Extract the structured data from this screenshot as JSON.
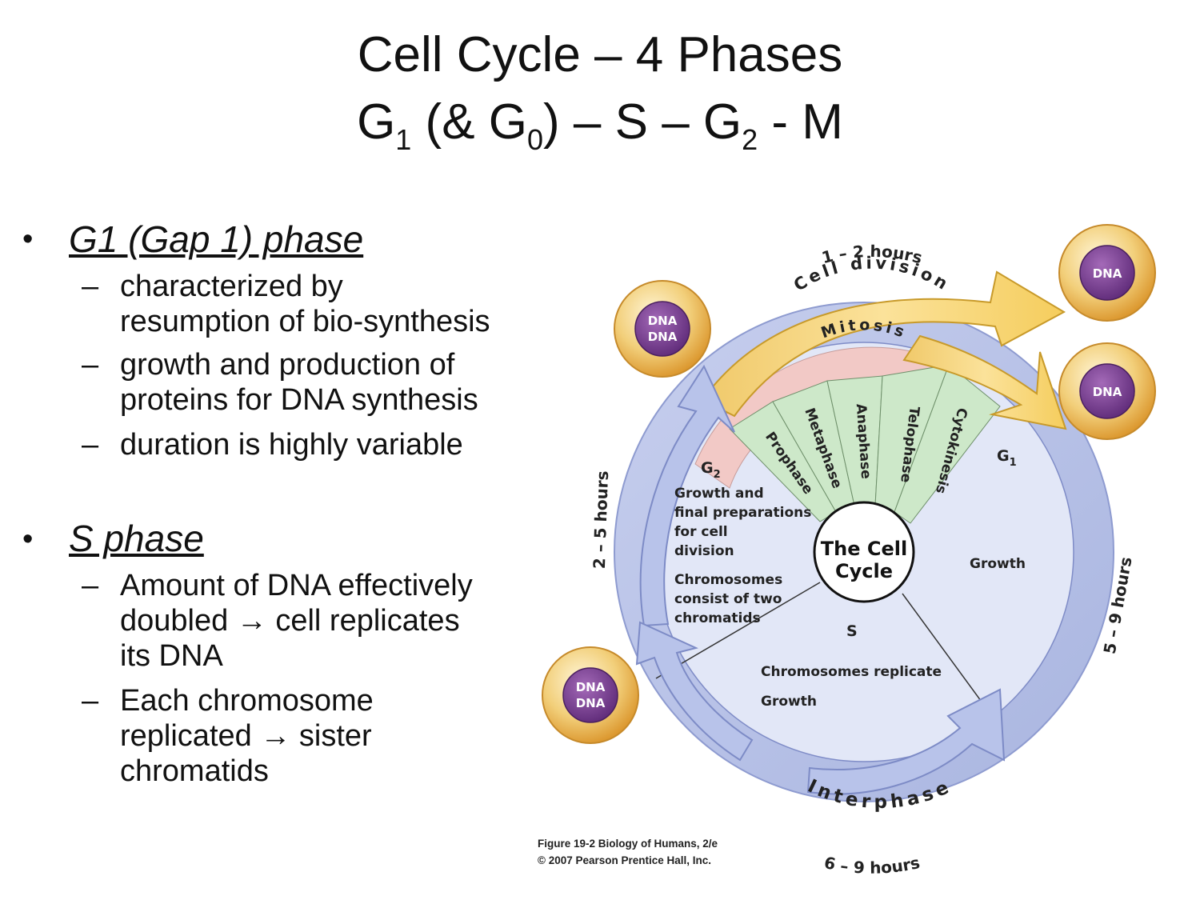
{
  "title": {
    "line1": "Cell Cycle – 4 Phases",
    "line2_parts": [
      "G",
      "1",
      " (& G",
      "0",
      ") – S – G",
      "2",
      " - M"
    ]
  },
  "bullets": [
    {
      "heading": "G1 (Gap 1) phase",
      "items": [
        [
          "characterized by",
          "resumption of bio-synthesis"
        ],
        [
          "growth and production of",
          "proteins for DNA synthesis"
        ],
        [
          "duration is highly variable"
        ]
      ]
    },
    {
      "heading": "S phase",
      "items": [
        [
          "Amount of DNA effectively",
          "doubled → cell replicates",
          "its DNA"
        ],
        [
          "Each chromosome",
          "replicated → sister",
          "chromatids"
        ]
      ]
    }
  ],
  "bullet_symbol": "•",
  "dash_symbol": "–",
  "diagram": {
    "center": [
      "The Cell",
      "Cycle"
    ],
    "cell_division_label": "Cell division",
    "mitosis_label": "Mitosis",
    "mitosis_stages": [
      "Prophase",
      "Metaphase",
      "Anaphase",
      "Telophase",
      "Cytokinesis"
    ],
    "interphase_label": "Interphase",
    "g1": {
      "label": "G",
      "sub": "1",
      "desc": [
        "Growth"
      ]
    },
    "g2": {
      "label": "G",
      "sub": "2",
      "desc": [
        "Growth and",
        "final preparations",
        "for cell",
        "division",
        "",
        "Chromosomes",
        "consist of two",
        "chromatids"
      ]
    },
    "s": {
      "label": "S",
      "desc": [
        "Chromosomes replicate",
        "Growth"
      ]
    },
    "durations": {
      "cell_division": "1 – 2  hours",
      "g1": "5 – 9  hours",
      "s": "6 – 9  hours",
      "g2": "2 – 5  hours"
    },
    "dna_cells": [
      {
        "lines": [
          "DNA",
          "DNA"
        ]
      },
      {
        "lines": [
          "DNA"
        ]
      },
      {
        "lines": [
          "DNA"
        ]
      },
      {
        "lines": [
          "DNA",
          "DNA"
        ]
      }
    ],
    "colors": {
      "outer_ring": "#b9c3e6",
      "inner_disc": "#e1e6f6",
      "arrow_yellow": "#f7d775",
      "mitosis_band": "#f1c9c7",
      "stage_wedges": "#cde8c9",
      "cell_outer": "#e8a637",
      "cell_nucleus": "#7d3f93"
    }
  },
  "caption": [
    "Figure 19-2  Biology of Humans, 2/e",
    "© 2007 Pearson Prentice Hall, Inc."
  ]
}
